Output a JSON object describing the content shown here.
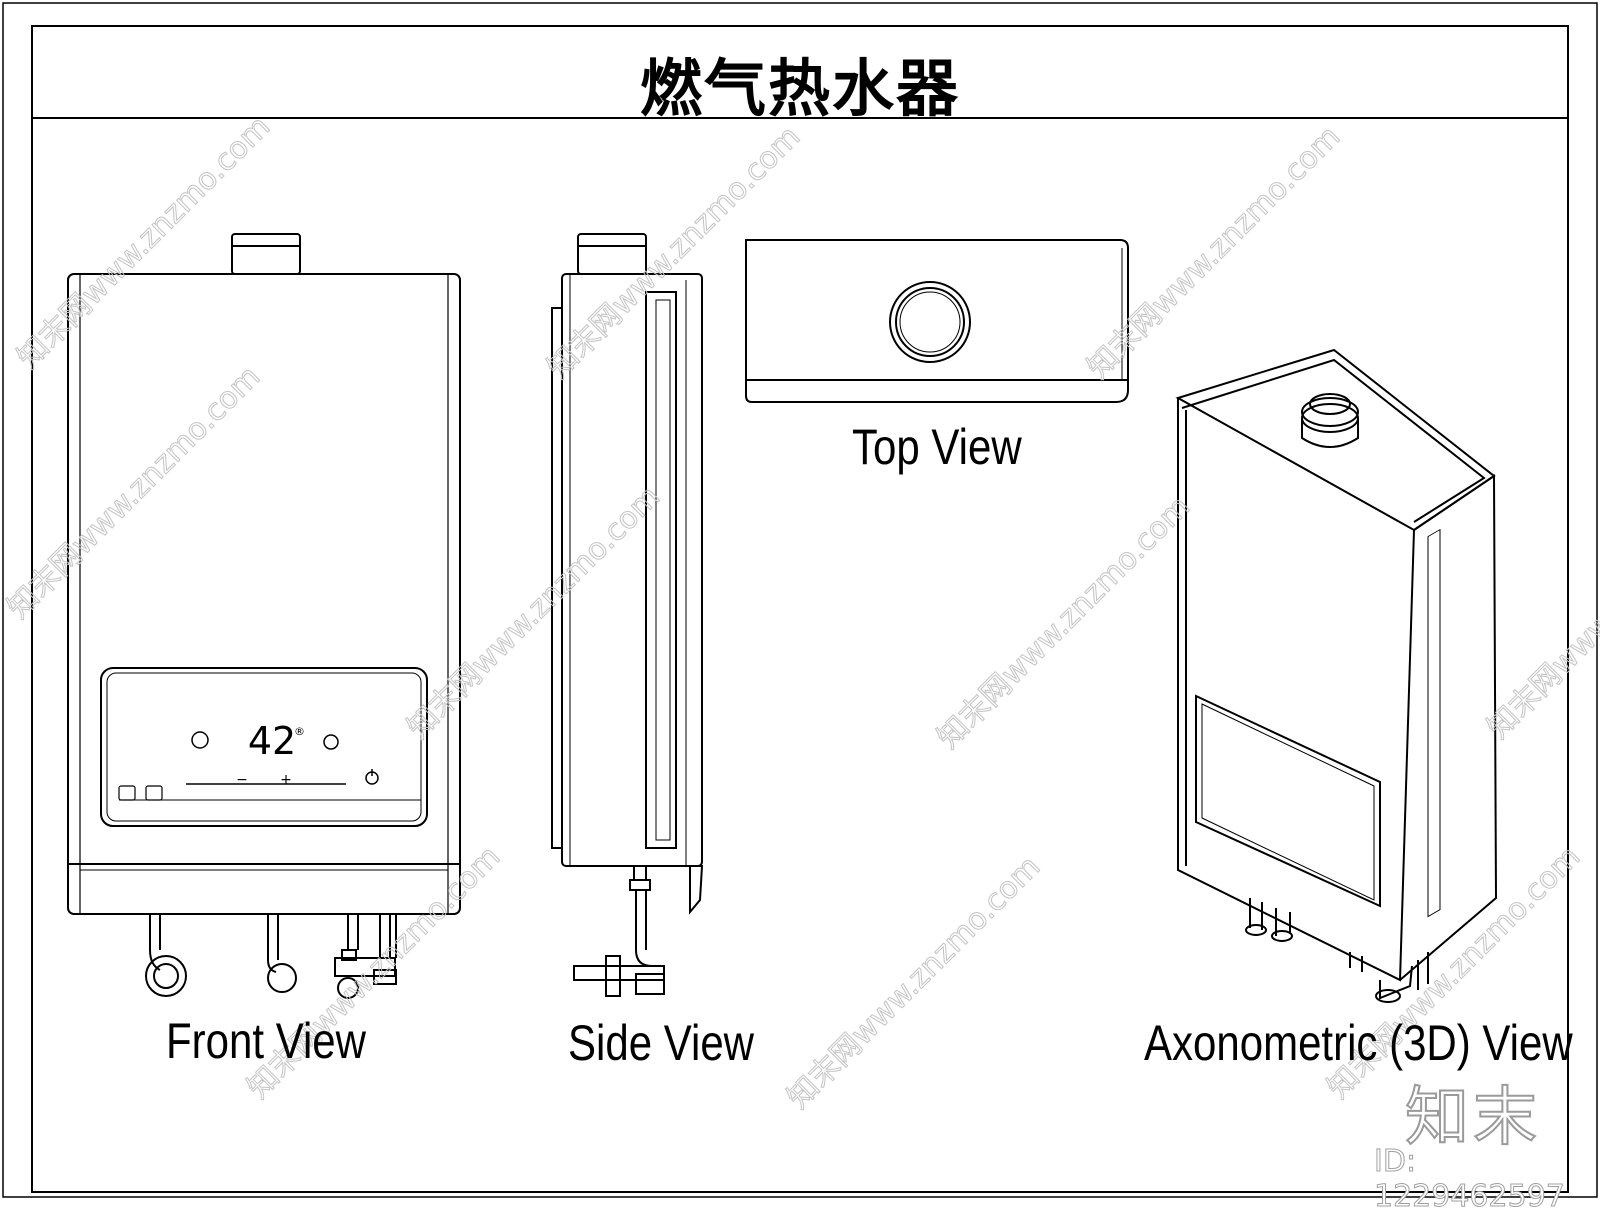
{
  "title": "燃气热水器",
  "views": {
    "front": "Front View",
    "side": "Side View",
    "top": "Top View",
    "axonometric": "Axonometric (3D) View"
  },
  "display": {
    "temperature": "42",
    "minus": "−",
    "plus": "+"
  },
  "watermark": {
    "logo": "知末",
    "id": "ID: 1229462597",
    "repeat_text": "知末网www.znzmo.com"
  },
  "colors": {
    "line": "#000000",
    "watermark": "#b8b8b8"
  }
}
